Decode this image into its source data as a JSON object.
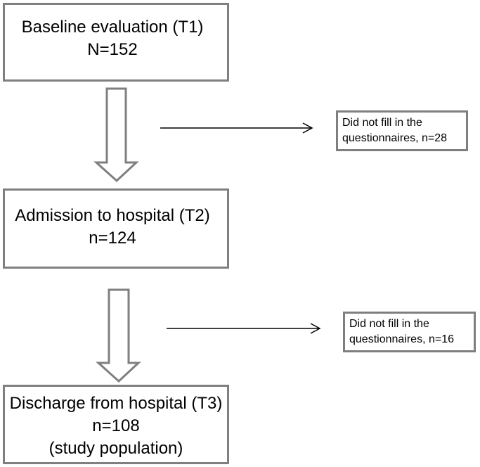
{
  "stages": [
    {
      "lines": [
        "Baseline evaluation (T1)",
        "N=152"
      ]
    },
    {
      "lines": [
        "Admission to hospital (T2)",
        "n=124"
      ]
    },
    {
      "lines": [
        "Discharge from hospital (T3)",
        "n=108",
        "(study population)"
      ]
    }
  ],
  "exclusions": [
    {
      "lines": [
        "Did not fill in the",
        "questionnaires, n=28"
      ]
    },
    {
      "lines": [
        "Did not fill in the",
        "questionnaires, n=16"
      ]
    }
  ],
  "colors": {
    "box_border": "#7f7f7f",
    "arrow_outline": "#7f7f7f",
    "connector": "#000000",
    "background": "#ffffff"
  }
}
